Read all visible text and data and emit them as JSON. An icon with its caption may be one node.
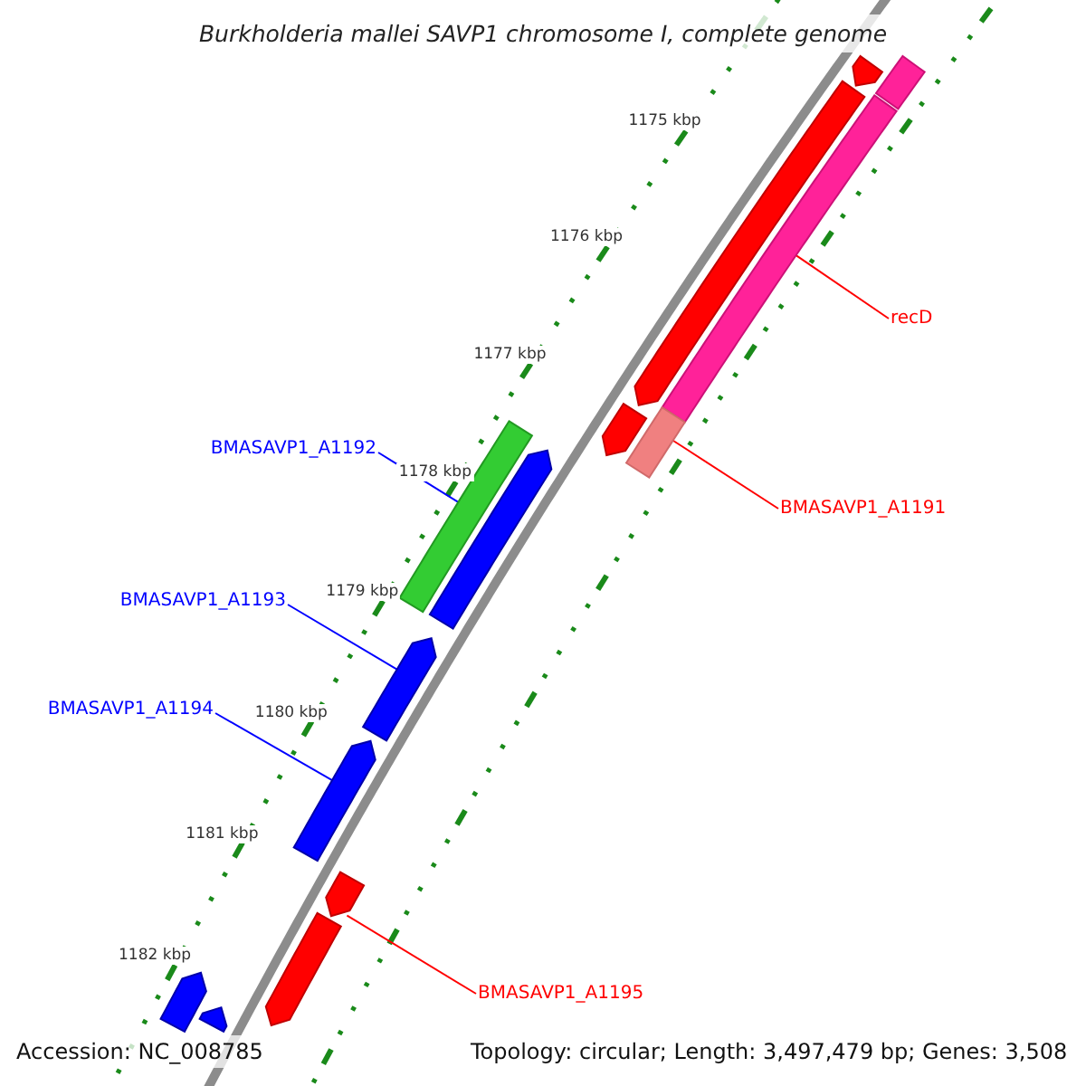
{
  "diagram": {
    "title": "Burkholderia mallei SAVP1 chromosome I, complete genome",
    "nodes": [
      {
        "text": [
          "recD"
        ]
      },
      {
        "text": [
          "BMASAVP1_A1191"
        ]
      },
      {
        "text": [
          "BMASAVP1_A1192"
        ]
      },
      {
        "text": [
          "BMASAVP1_A1193"
        ]
      },
      {
        "text": [
          "BMASAVP1_A1194"
        ]
      },
      {
        "text": [
          "BMASAVP1_A1195"
        ]
      },
      {
        "text": [],
        "shape": "pentagon"
      },
      {
        "text": [],
        "shape": "bar"
      },
      {
        "text": [],
        "shape": "pentagon"
      },
      {
        "text": [],
        "shape": "bar"
      },
      {
        "text": [],
        "shape": "pentagon"
      },
      {
        "text": [],
        "shape": "bar"
      },
      {
        "text": [],
        "shape": "bar"
      },
      {
        "text": [],
        "shape": "pentagon"
      },
      {
        "text": [],
        "shape": "pentagon"
      },
      {
        "text": [],
        "shape": "pentagon"
      },
      {
        "text": [],
        "shape": "pentagon"
      },
      {
        "text": [],
        "shape": "pentagon"
      },
      {
        "text": [],
        "shape": "pentagon"
      },
      {
        "text": [],
        "shape": "pentagon"
      }
    ],
    "edges": [
      {
        "from": 0,
        "to": 9,
        "arrow": "none",
        "color": "#ff0000"
      },
      {
        "from": 1,
        "to": 11,
        "arrow": "none",
        "color": "#ff0000"
      },
      {
        "from": 2,
        "to": 12,
        "arrow": "none",
        "color": "#0000ff"
      },
      {
        "from": 3,
        "to": 14,
        "arrow": "none",
        "color": "#0000ff"
      },
      {
        "from": 4,
        "to": 15,
        "arrow": "none",
        "color": "#0000ff"
      },
      {
        "from": 5,
        "to": 16,
        "arrow": "none",
        "color": "#ff0000"
      }
    ],
    "labels": [
      "1175 kbp",
      "1176 kbp",
      "1177 kbp",
      "1178 kbp",
      "1179 kbp",
      "1180 kbp",
      "1181 kbp",
      "1182 kbp",
      "Accession: NC_008785",
      "Topology: circular; Length: 3,497,479 bp; Genes: 3,508"
    ]
  }
}
